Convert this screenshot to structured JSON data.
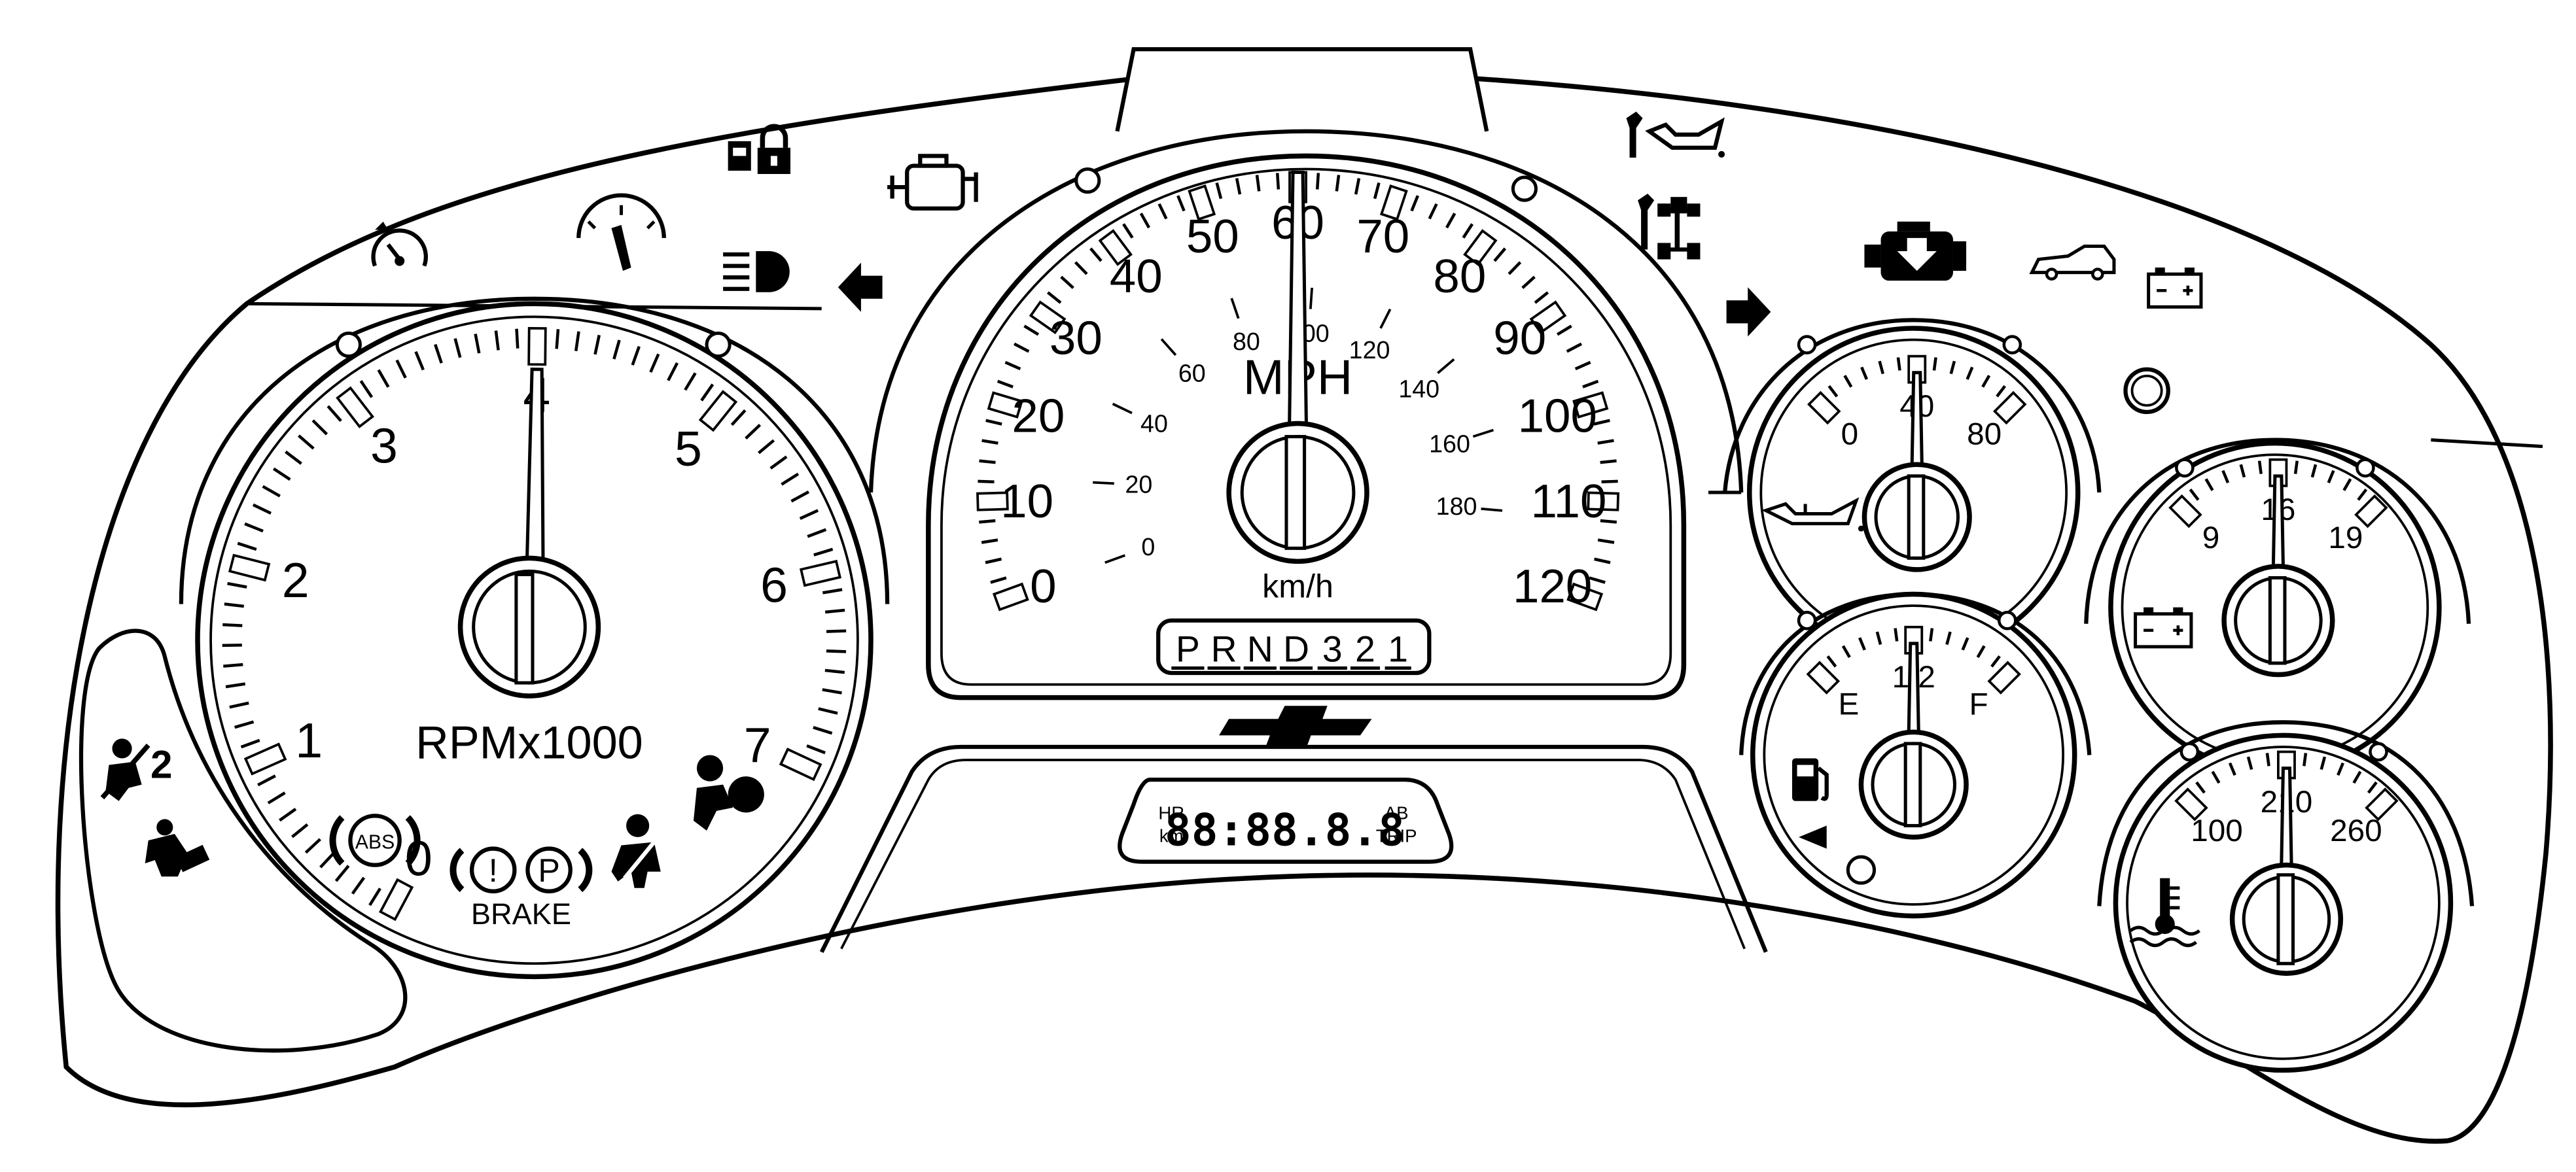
{
  "tachometer": {
    "unit_label": "RPMx1000",
    "ticks": [
      "0",
      "1",
      "2",
      "3",
      "4",
      "5",
      "6",
      "7"
    ],
    "needle_value": 4
  },
  "speedometer": {
    "mph_label": "MPH",
    "kmh_label": "km/h",
    "mph_ticks": [
      "0",
      "10",
      "20",
      "30",
      "40",
      "50",
      "60",
      "70",
      "80",
      "90",
      "100",
      "110",
      "120"
    ],
    "kmh_ticks": [
      "0",
      "20",
      "40",
      "60",
      "80",
      "100",
      "120",
      "140",
      "160",
      "180"
    ],
    "needle_value": 60,
    "gear_indicator": [
      "P",
      "R",
      "N",
      "D",
      "3",
      "2",
      "1"
    ]
  },
  "odometer": {
    "left_top": "HR",
    "left_bottom": "km",
    "digits": "88:88.8.8",
    "right_top": "AB",
    "right_bottom": "TRIP"
  },
  "oil_pressure": {
    "ticks": [
      "0",
      "40",
      "80"
    ],
    "needle_value": 40
  },
  "voltmeter": {
    "ticks": [
      "9",
      "16",
      "19"
    ],
    "needle_value": 16
  },
  "fuel": {
    "ticks": [
      "E",
      "1/2",
      "F"
    ],
    "needle_value": 0.5
  },
  "coolant_temp": {
    "ticks": [
      "100",
      "210",
      "260"
    ],
    "needle_value": 210
  },
  "warnings": {
    "abs_text": "ABS",
    "brake_text": "BRAKE",
    "brake_symbol_left": "!",
    "brake_symbol_right": "P",
    "airbag_off_symbol": "2"
  }
}
